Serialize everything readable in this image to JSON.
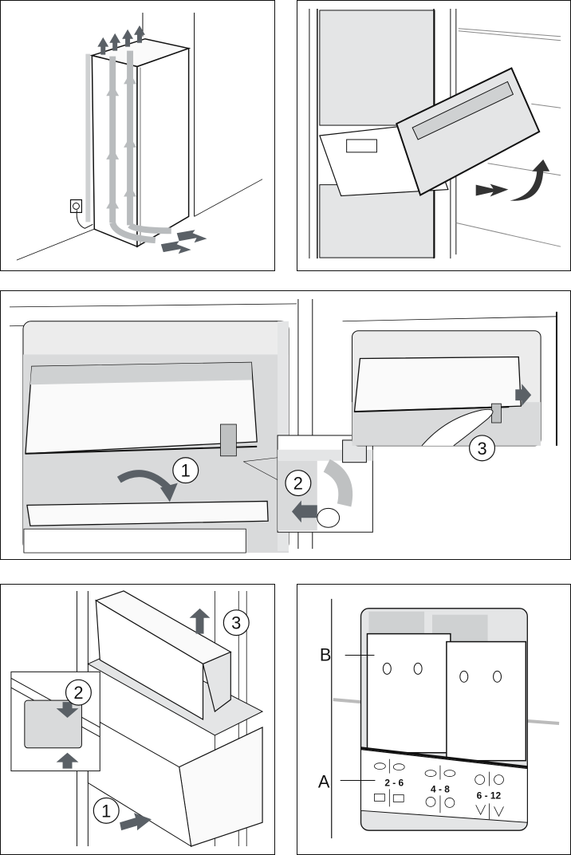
{
  "panels": [
    {
      "id": "ventilation",
      "description": "Appliance ventilation airflow"
    },
    {
      "id": "drawer-removal",
      "description": "Removing freezer drawer"
    },
    {
      "id": "flap-removal",
      "callouts": [
        "1",
        "2",
        "3"
      ]
    },
    {
      "id": "container-removal",
      "callouts": [
        "1",
        "2",
        "3"
      ]
    },
    {
      "id": "controls",
      "labels": {
        "a": "A",
        "b": "B"
      },
      "temperature_ranges": [
        "2 - 6",
        "4 - 8",
        "6 - 12"
      ]
    }
  ],
  "colors": {
    "arrow_dark": "#5a6066",
    "arrow_light": "#b9bcbe",
    "shade_light": "#e4e5e6",
    "shade_mid": "#cfd1d2",
    "line": "#111111"
  }
}
